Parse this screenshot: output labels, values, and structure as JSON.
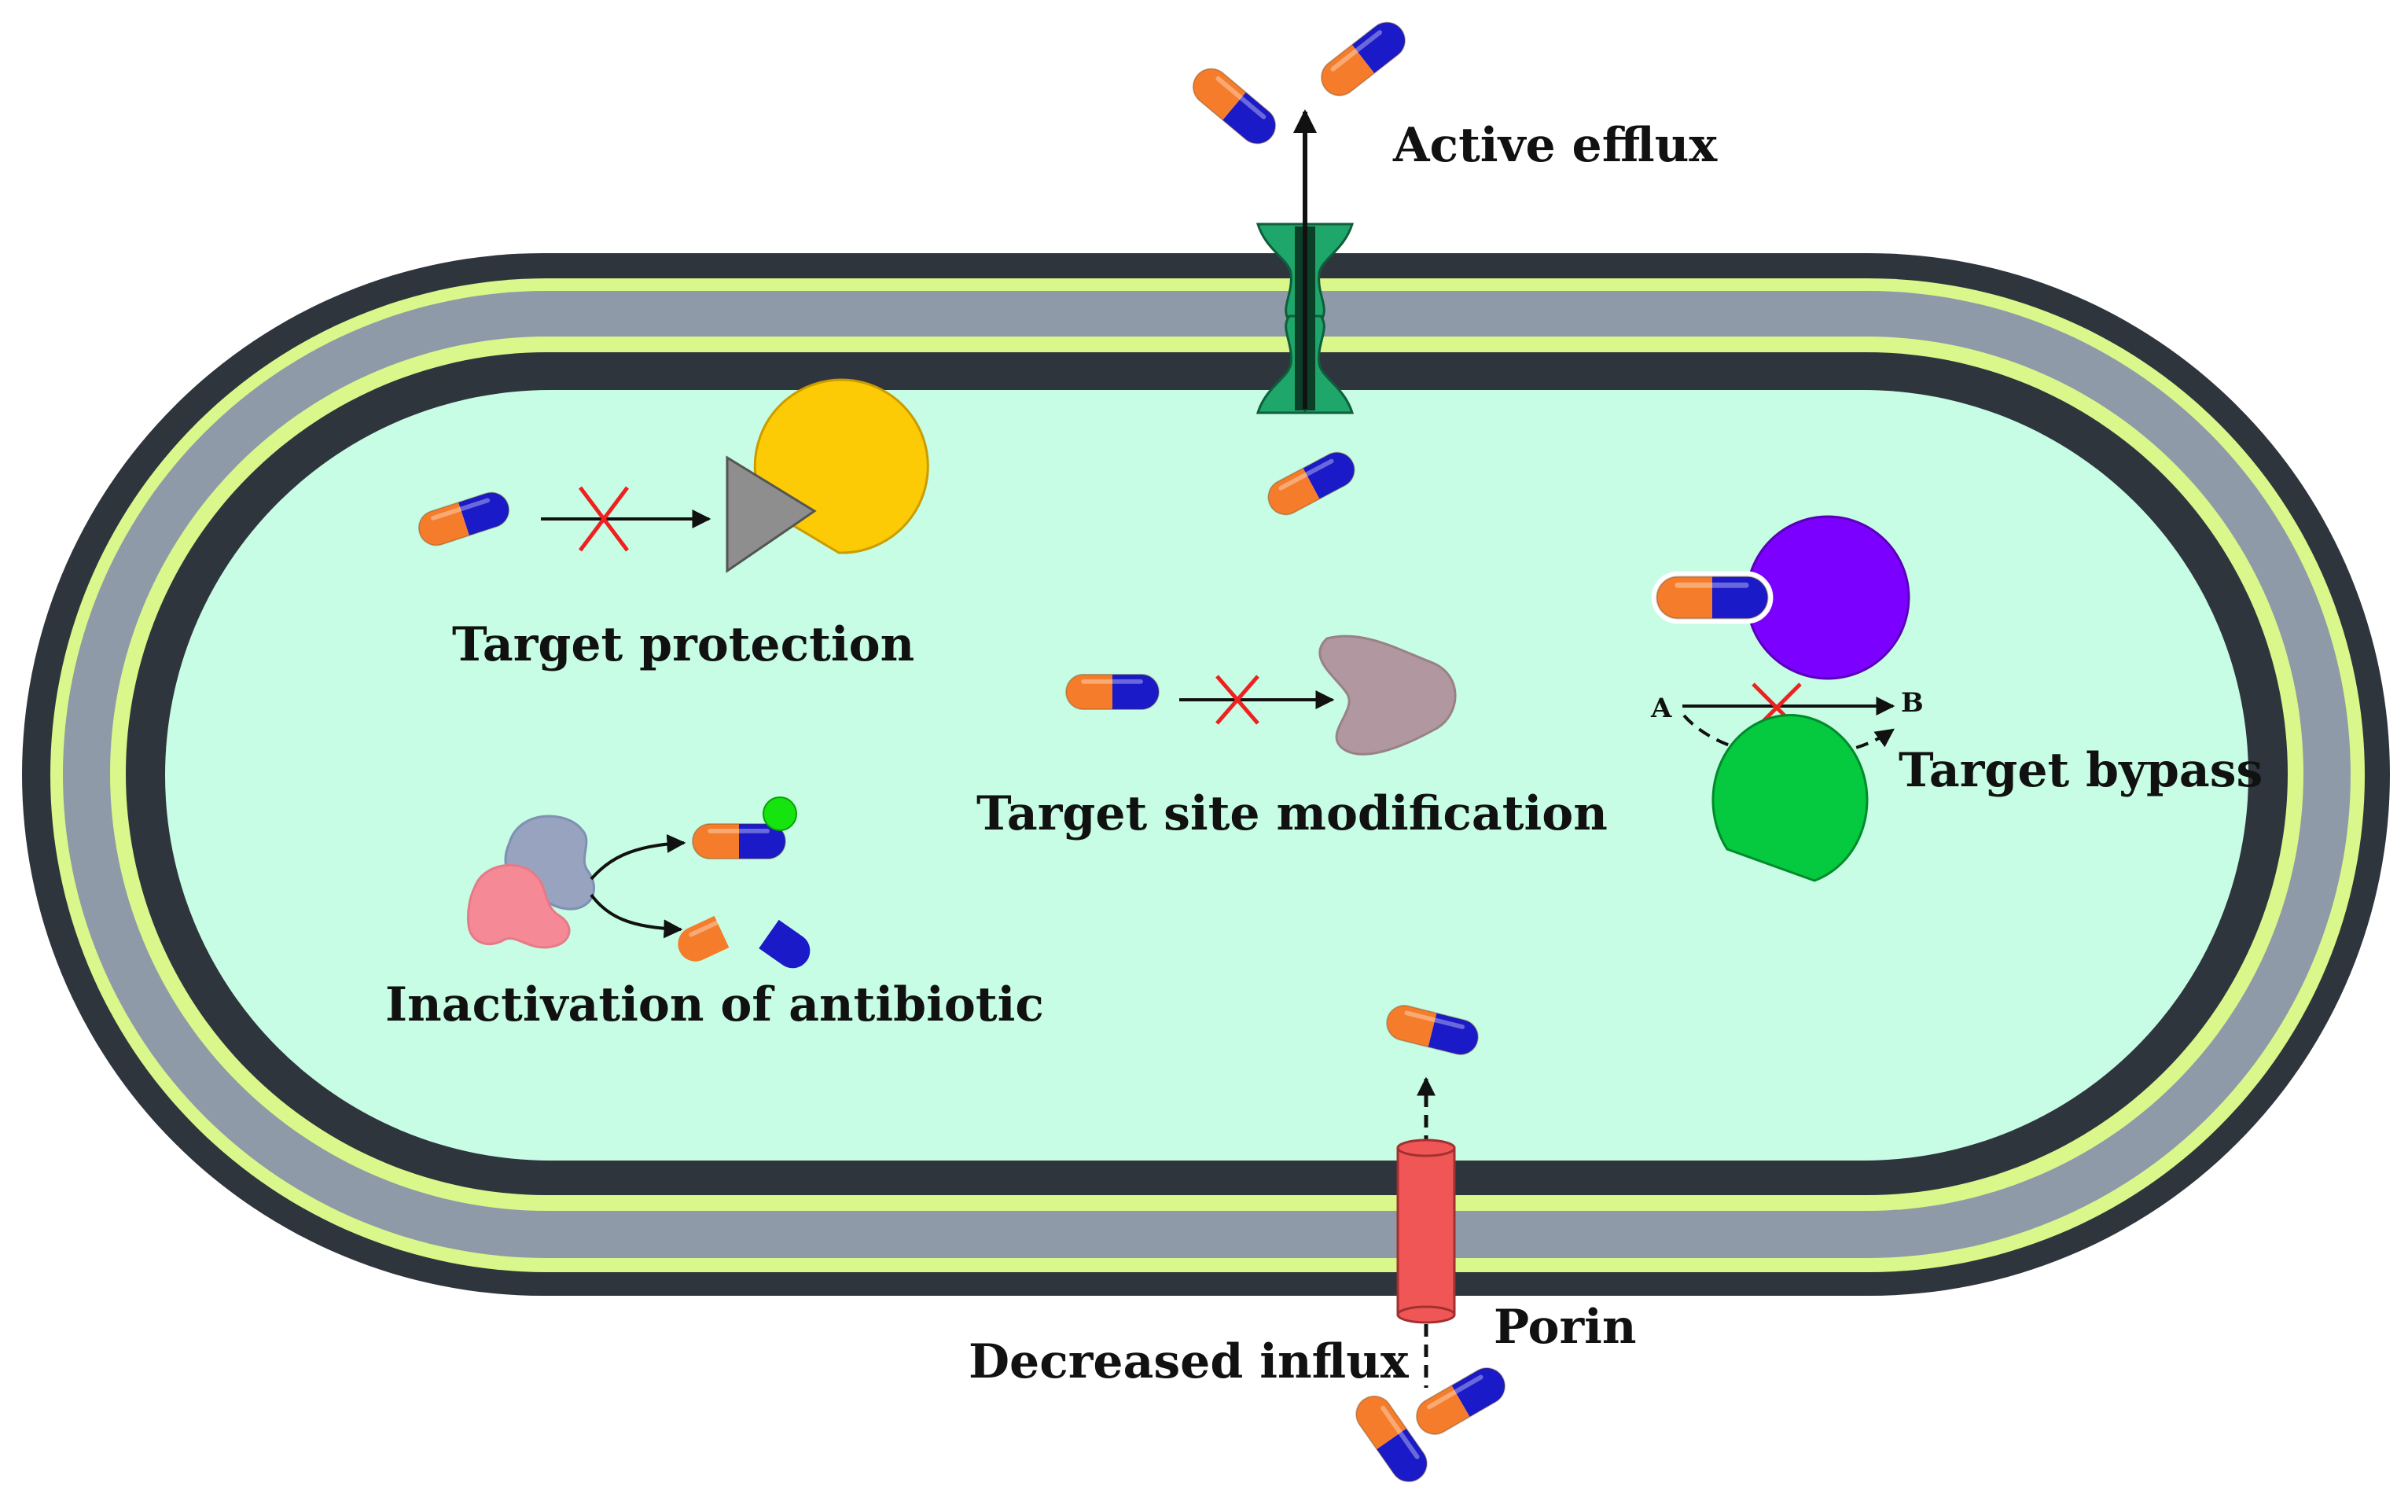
{
  "labels": {
    "active_efflux": "Active efflux",
    "target_protection": "Target protection",
    "target_site_modification": "Target site modification",
    "target_bypass": "Target bypass",
    "inactivation": "Inactivation of antibiotic",
    "decreased_influx": "Decreased influx",
    "porin": "Porin",
    "point_a": "A",
    "point_b": "B"
  },
  "colors": {
    "outer_membrane": "#2f353d",
    "periplasm": "#8f9aa8",
    "membrane_highlight": "#d9f78a",
    "cytoplasm": "#c6fde4",
    "capsule_orange": "#f57c2a",
    "capsule_blue": "#1a1ac8",
    "efflux_pump": "#1fa66a",
    "porin": "#f05656",
    "target_yellow": "#fccb05",
    "protector_gray": "#8e8e8e",
    "modified_target": "#b1979f",
    "target_purple": "#7b00ff",
    "target_green": "#05c93f",
    "enzyme_pink": "#f58a96",
    "enzyme_slate": "#97a3bf",
    "modification_dot": "#15e40f",
    "block_x": "#f02020"
  }
}
